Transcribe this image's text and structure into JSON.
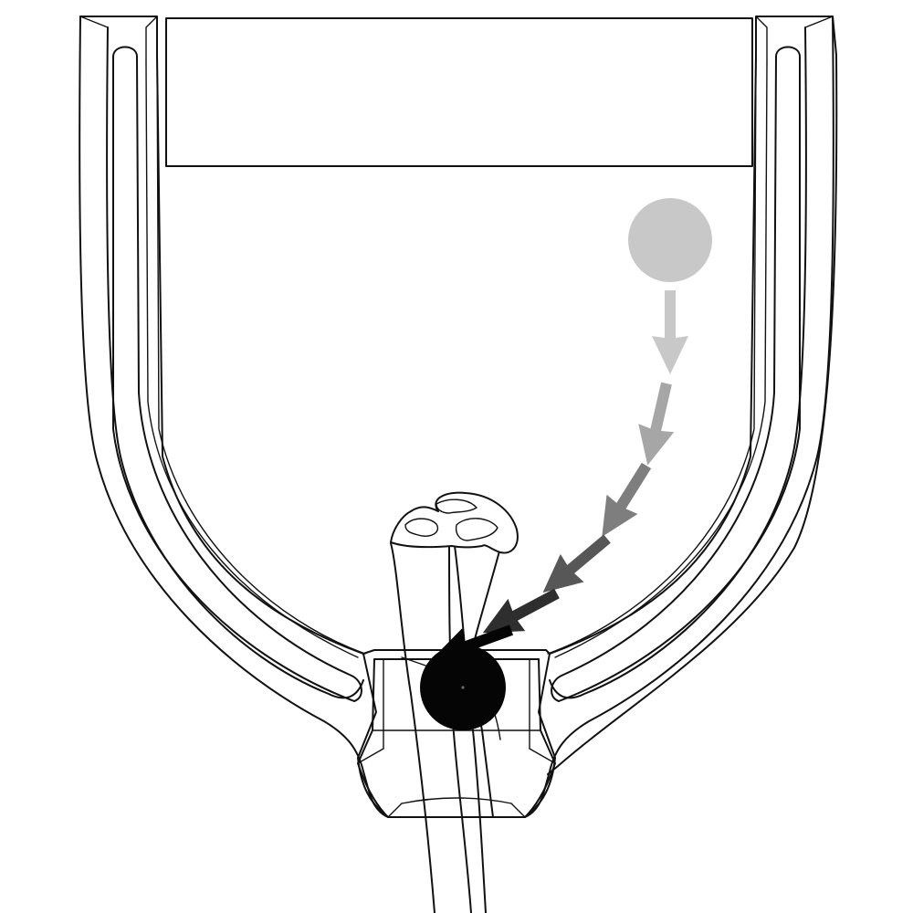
{
  "diagram": {
    "components": [
      {
        "name": "u-shaped-frame",
        "icon": "u-frame-outline"
      },
      {
        "name": "top-panel",
        "icon": "rectangle-outline"
      },
      {
        "name": "bundle-strands",
        "icon": "cable-bundle"
      },
      {
        "name": "ball-start-position",
        "icon": "grey-ball",
        "tone": "faded"
      },
      {
        "name": "ball-end-position",
        "icon": "black-ball",
        "tone": "solid"
      }
    ],
    "motion_path": {
      "arrow_count": 6,
      "arrow_colors": [
        "#c8c8c8",
        "#a6a6a6",
        "#7e7e7e",
        "#575757",
        "#2e2e2e",
        "#050505"
      ],
      "direction": "down-left"
    },
    "colors": {
      "line": "#111111",
      "ball_start": "#c8c8c8",
      "ball_end": "#050505",
      "background": "#ffffff"
    }
  }
}
